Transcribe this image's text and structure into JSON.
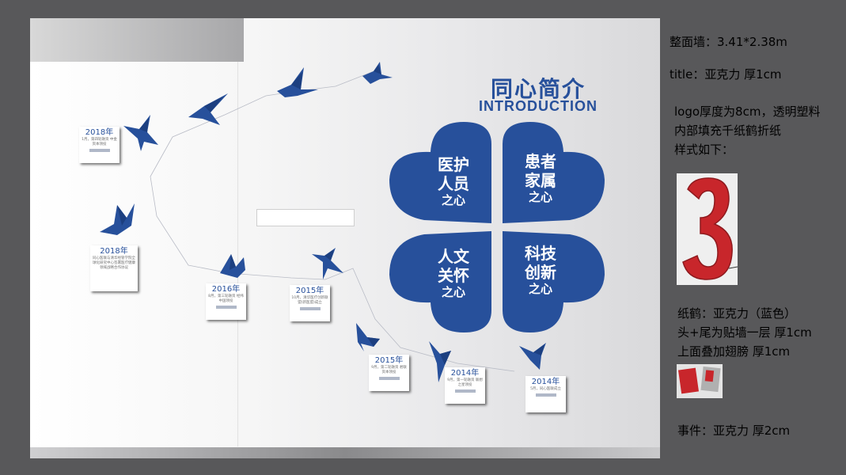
{
  "introduction": {
    "title_cn": "同心简介",
    "title_en": "INTRODUCTION"
  },
  "clover": {
    "leaves": [
      {
        "line1": "医护",
        "line2": "人员",
        "line3": "之心"
      },
      {
        "line1": "患者",
        "line2": "家属",
        "line3": "之心"
      },
      {
        "line1": "人文",
        "line2": "关怀",
        "line3": "之心"
      },
      {
        "line1": "科技",
        "line2": "创新",
        "line3": "之心"
      }
    ],
    "color": "#27509b"
  },
  "timeline": [
    {
      "year": "2018年",
      "desc": "1月，第四轮融资 中金资本领投"
    },
    {
      "year": "2018年",
      "desc": "同心医联与清华经管学院全球化研究中心签署医疗健康领域战略合作协议"
    },
    {
      "year": "2016年",
      "desc": "8月，第三轮融资 经纬中国领投"
    },
    {
      "year": "2015年",
      "desc": "10月，清华医疗创新联盟(新医盟)成立"
    },
    {
      "year": "2015年",
      "desc": "9月，第二轮融资 君联资本领投"
    },
    {
      "year": "2014年",
      "desc": "9月，第一轮融资 联想之星领投"
    },
    {
      "year": "2014年",
      "desc": "5月，同心医联成立"
    }
  ],
  "notes": {
    "wall_size": "整面墙：3.41*2.38m",
    "title_material": "title：亚克力 厚1cm",
    "logo_line1": "logo厚度为8cm，透明塑料",
    "logo_line2": "内部填充千纸鹤折纸",
    "logo_line3": "样式如下：",
    "crane_line1": "纸鹤：亚克力（蓝色）",
    "crane_line2": "头+尾为贴墙一层 厚1cm",
    "crane_line3": "上面叠加翅膀 厚1cm",
    "event": "事件：亚克力 厚2cm"
  },
  "colors": {
    "background": "#58585a",
    "brand_blue": "#27509b",
    "sample_red": "#c8262b"
  },
  "icons": [
    "paper-crane-icon",
    "number-three-sample-icon"
  ]
}
